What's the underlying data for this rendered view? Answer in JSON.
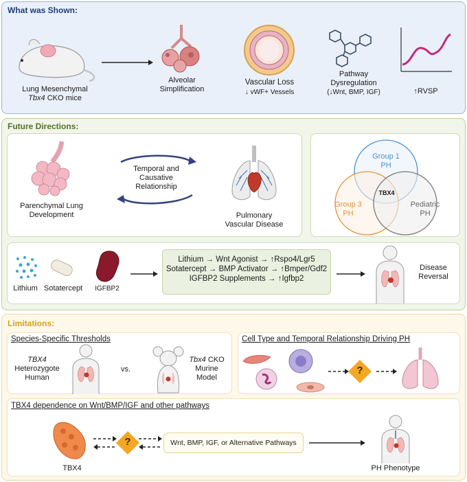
{
  "shown": {
    "title": "What was Shown:",
    "mouse_line1": "Lung Mesenchymal",
    "mouse_line2_italic": "Tbx4",
    "mouse_line2_rest": " CKO mice",
    "alveolar": "Alveolar\nSimplification",
    "vascular_title": "Vascular Loss",
    "vascular_sub": "↓ vWF+ Vessels",
    "pathway_title": "Pathway\nDysregulation",
    "pathway_sub": "(↓Wnt, BMP, IGF)",
    "rvsp": "↑RVSP"
  },
  "future": {
    "title": "Future Directions:",
    "parenchymal": "Parenchymal Lung\nDevelopment",
    "temporal": "Temporal and\nCausative\nRelationship",
    "pulmonary": "Pulmonary\nVascular Disease",
    "venn_group1": "Group 1\nPH",
    "venn_group3": "Group 3\nPH",
    "venn_pediatric": "Pediatric\nPH",
    "venn_center": "TBX4",
    "lithium": "Lithium",
    "sotatercept": "Sotatercept",
    "igfbp2": "IGFBP2",
    "therapy_line1": "Lithium → Wnt Agonist → ↑Rspo4/Lgr5",
    "therapy_line2": "Sotatercept → BMP Activator → ↑Bmper/Gdf2",
    "therapy_line3": "IGFBP2 Supplements  → ↑Igfbp2",
    "disease_reversal": "Disease\nReversal"
  },
  "limits": {
    "title": "Limitations:",
    "species_title": "Species-Specific Thresholds",
    "human_italic": "TBX4",
    "human_rest": "Heterozygote\nHuman",
    "vs": "vs.",
    "murine_italic": "Tbx4",
    "murine_rest": " CKO\nMurine\nModel",
    "cell_title": "Cell Type and Temporal Relationship Driving PH",
    "dependence_title": "TBX4 dependence on Wnt/BMP/IGF and other pathways",
    "tbx4": "TBX4",
    "question": "?",
    "alt_pathways": "Wnt, BMP, IGF, or Alternative Pathways",
    "ph_phenotype": "PH Phenotype"
  },
  "colors": {
    "shown_border": "#9db5d8",
    "future_border": "#b9cf9a",
    "limits_border": "#ecd89a",
    "shown_title": "#1f3f7a",
    "future_title": "#55702a",
    "limits_title": "#d4a21a",
    "venn_blue": "#4a8fd0",
    "venn_orange": "#e2913a",
    "venn_gray": "#777777",
    "rvsp_line": "#c42a7a",
    "diamond": "#f5a623"
  }
}
